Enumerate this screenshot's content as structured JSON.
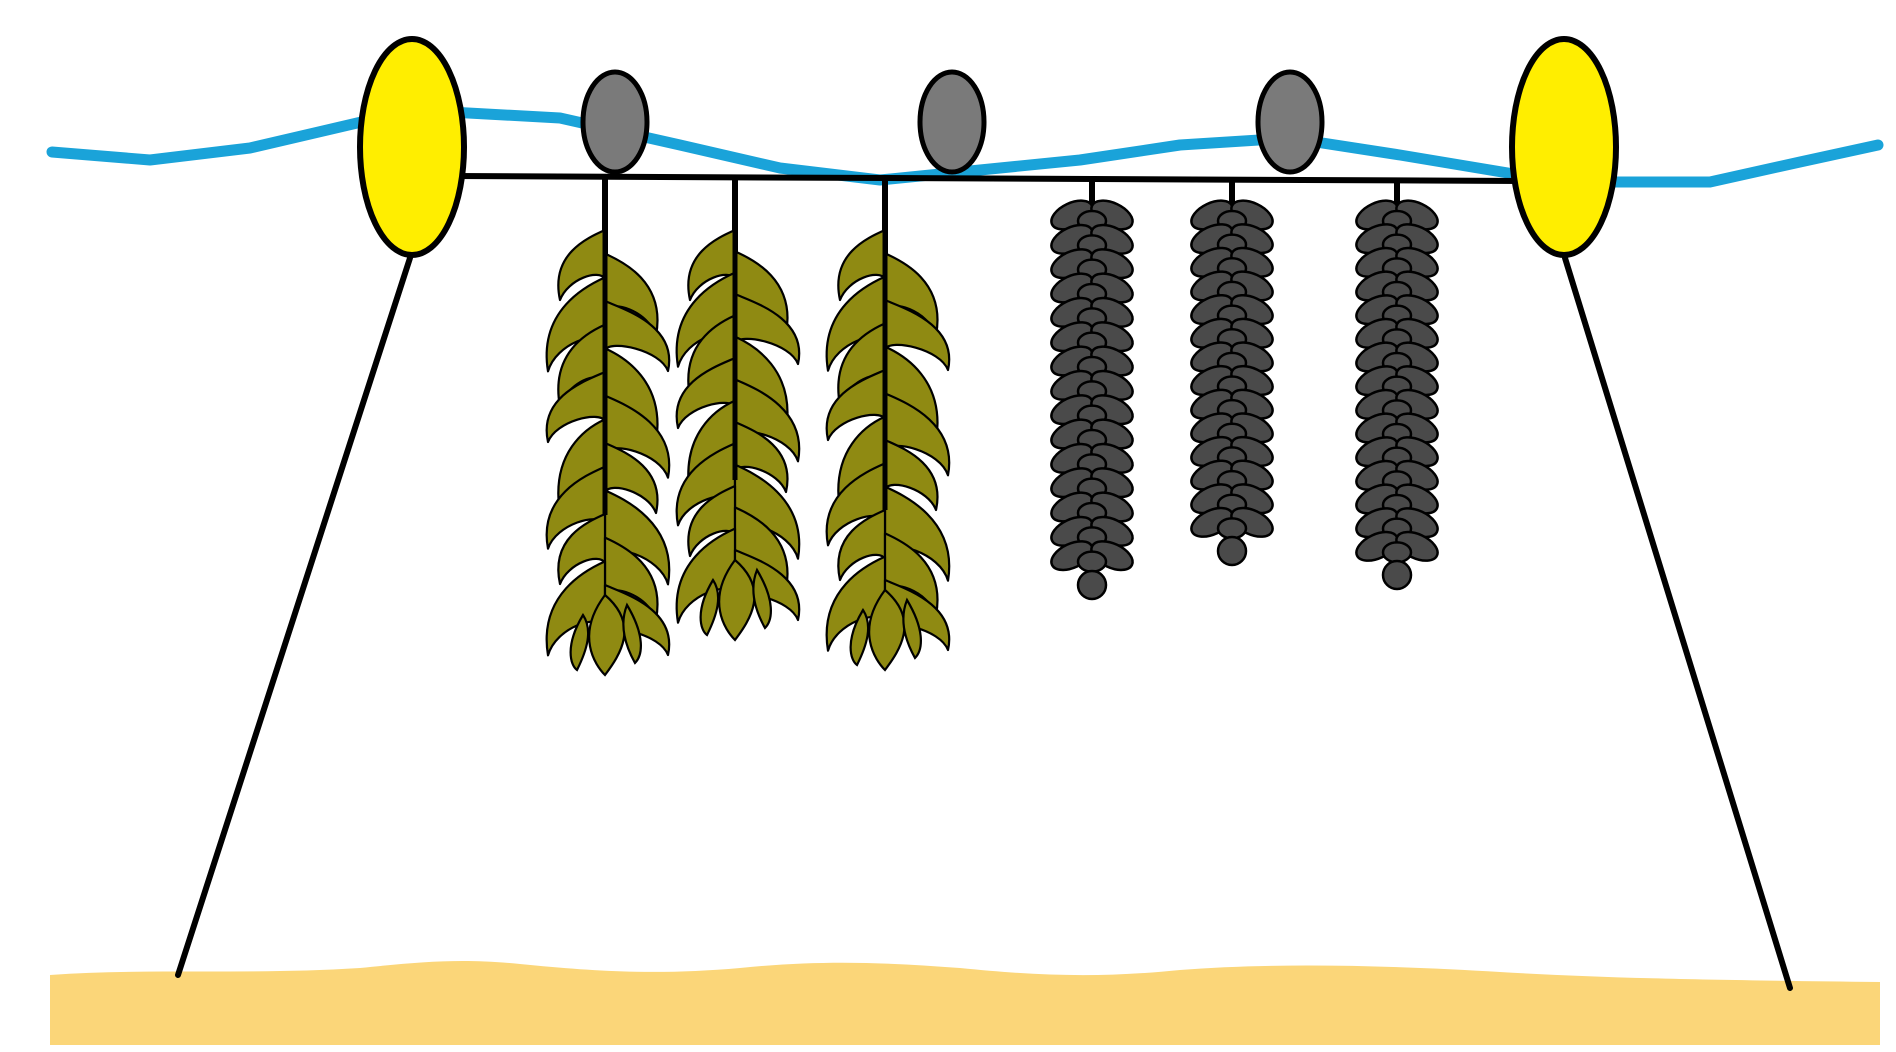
{
  "diagram": {
    "colors": {
      "background": "#ffffff",
      "water": "#1aa3d9",
      "seabed": "#fbd679",
      "anchor_buoy": "#ffee00",
      "float": "#7a7a7a",
      "kelp": "#8f8a12",
      "mussel": "#4a4a4a",
      "line": "#000000"
    },
    "kelp_line_count": 3,
    "mussel_line_count": 3,
    "float_count": 3,
    "anchor_buoy_count": 2
  }
}
